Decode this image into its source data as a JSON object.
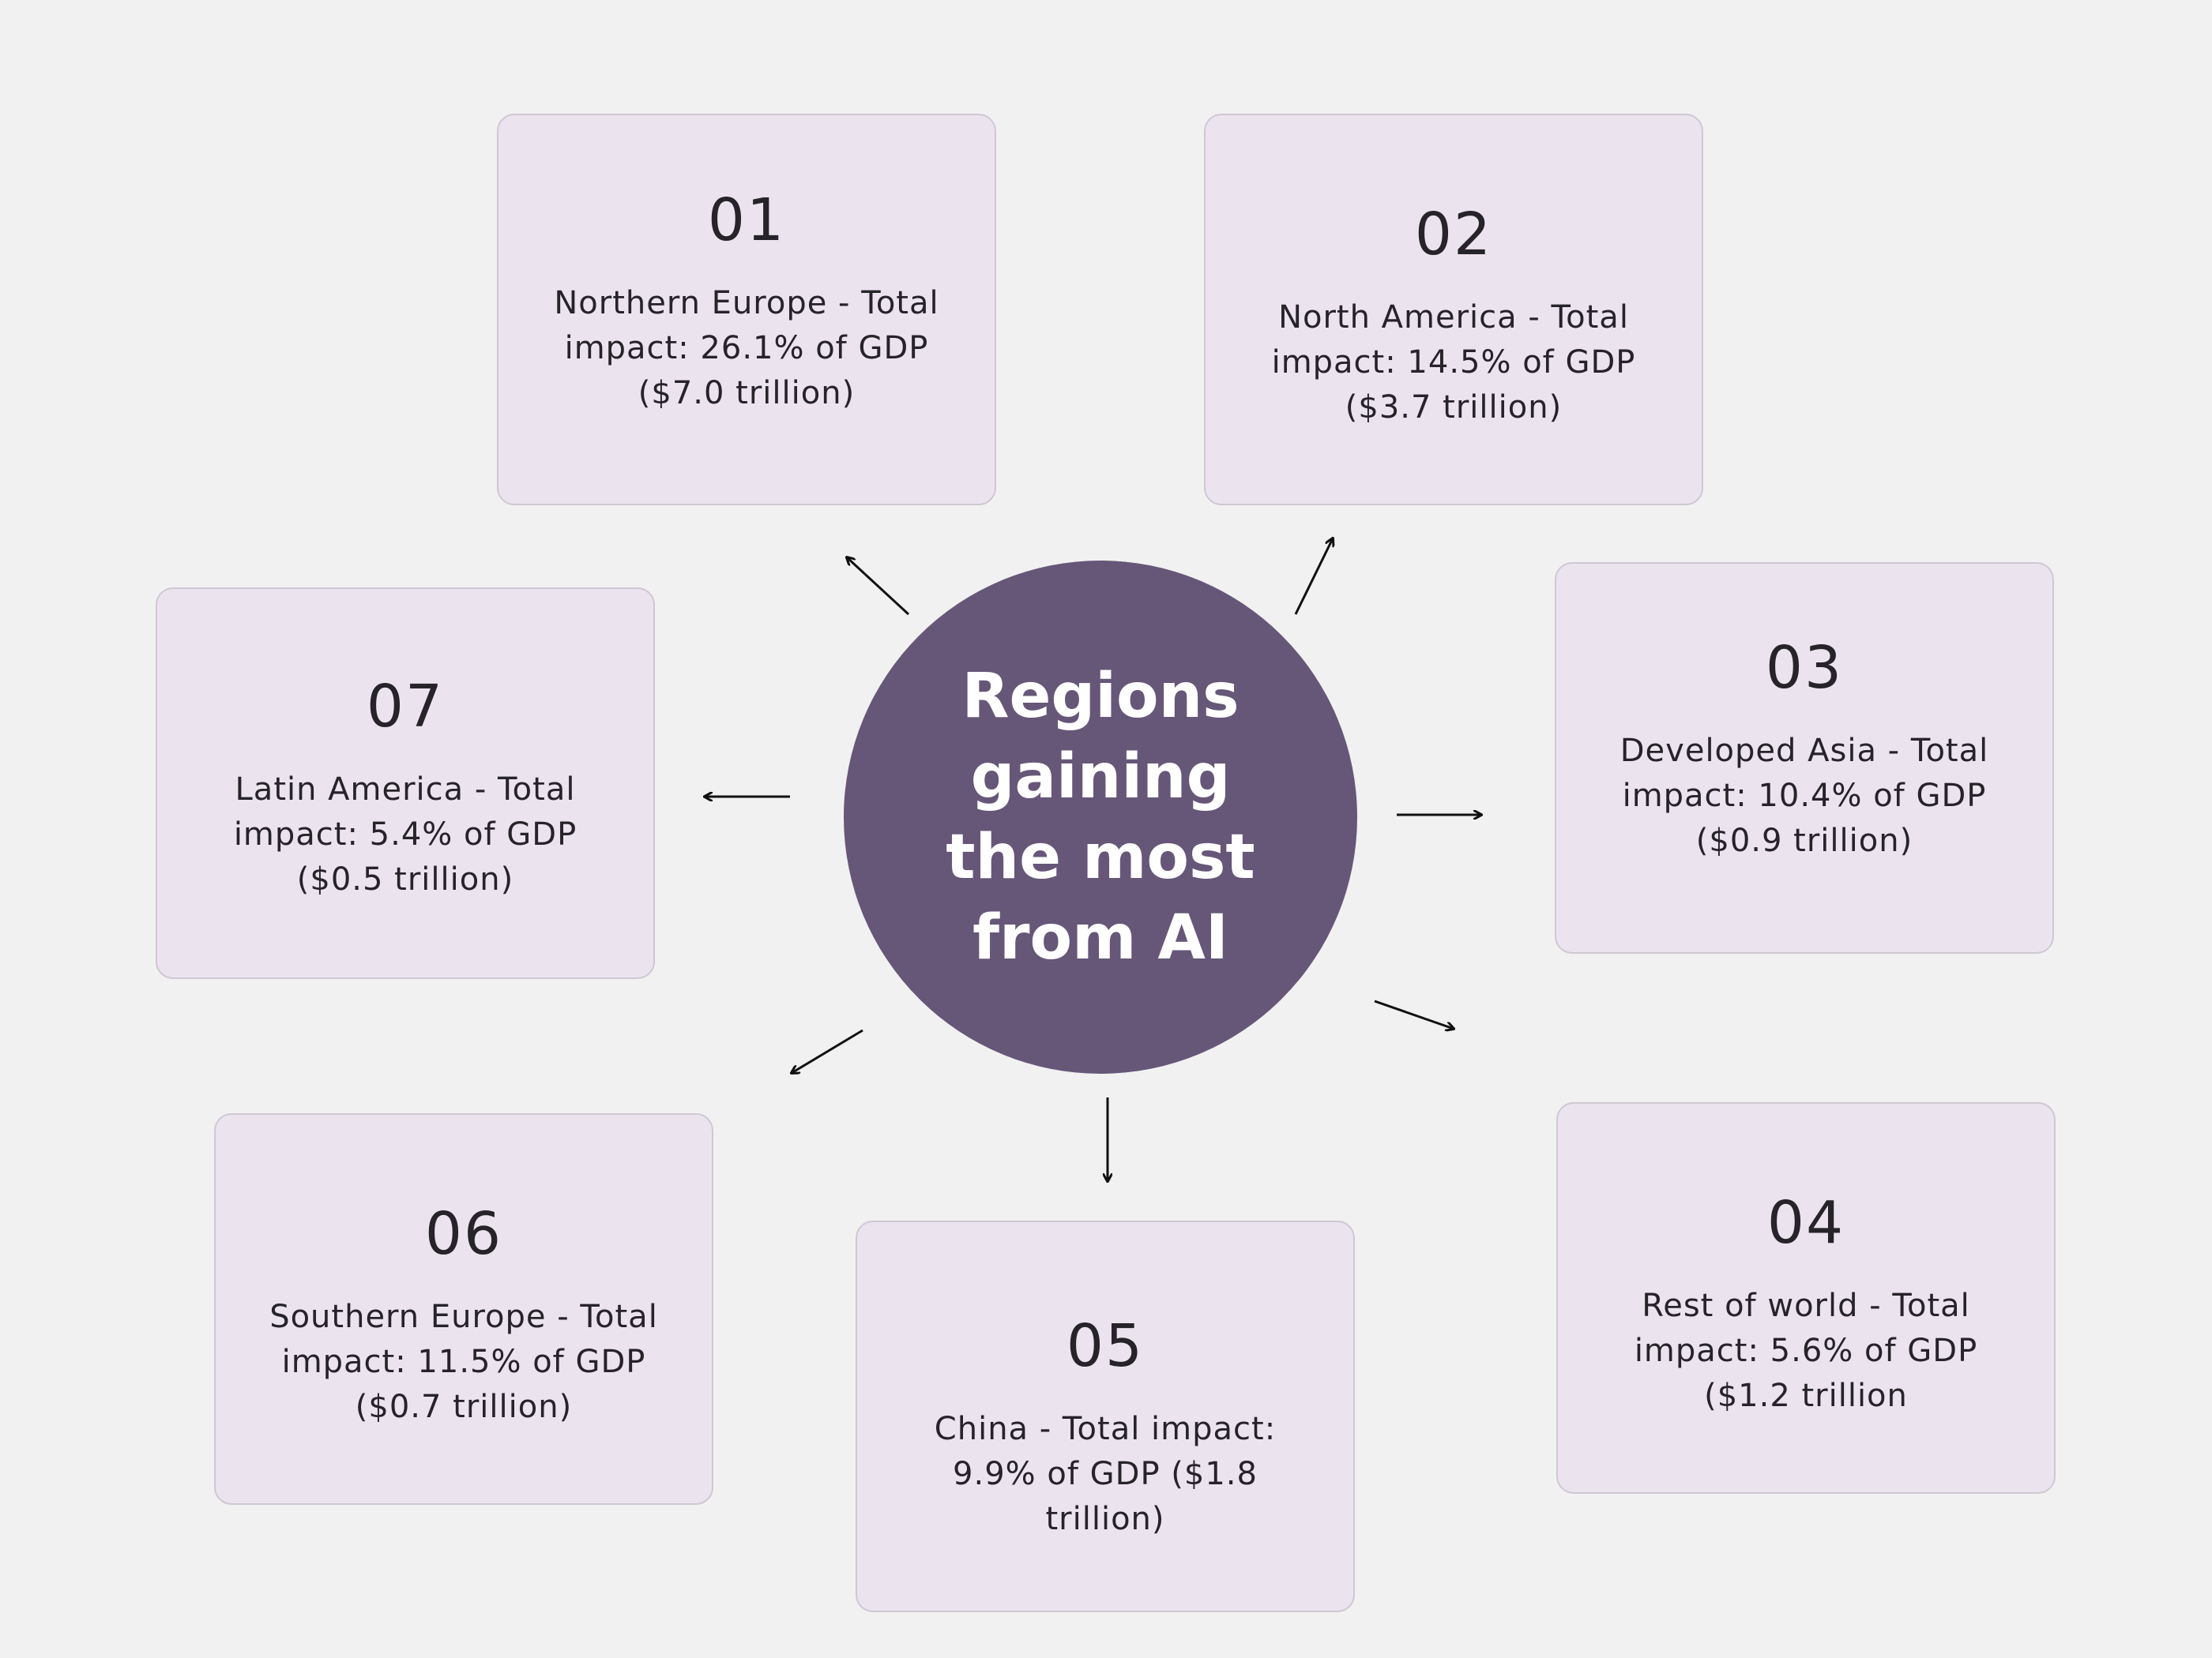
{
  "center": {
    "title": "Regions gaining the most from AI"
  },
  "cards": [
    {
      "number": "01",
      "text": "Northern Europe - Total impact: 26.1% of GDP ($7.0 trillion)"
    },
    {
      "number": "02",
      "text": "North America - Total impact: 14.5% of GDP ($3.7 trillion)"
    },
    {
      "number": "03",
      "text": "Developed Asia - Total impact: 10.4% of GDP ($0.9 trillion)"
    },
    {
      "number": "04",
      "text": "Rest of world - Total impact: 5.6% of GDP ($1.2 trillion"
    },
    {
      "number": "05",
      "text": "China - Total impact: 9.9% of GDP ($1.8 trillion)"
    },
    {
      "number": "06",
      "text": "Southern Europe - Total impact: 11.5% of GDP ($0.7 trillion)"
    },
    {
      "number": "07",
      "text": "Latin America - Total impact: 5.4% of GDP ($0.5 trillion)"
    }
  ],
  "colors": {
    "background": "#f1f1f1",
    "card_fill": "#ebe4ee",
    "card_border": "#cfc8d3",
    "circle": "#665779",
    "text": "#262329",
    "arrow": "#111111"
  }
}
